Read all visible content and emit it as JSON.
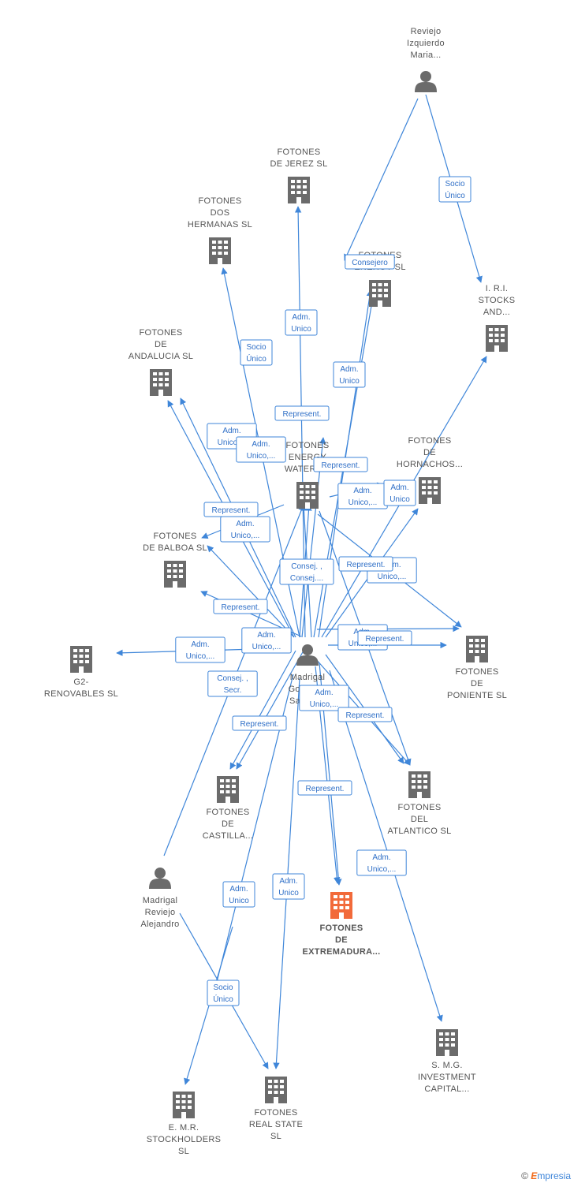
{
  "colors": {
    "edge": "#3f86d9",
    "node": "#6b6b6b",
    "highlight": "#f26a3a",
    "brand": "#3f86d9"
  },
  "footer": {
    "copyright": "©",
    "brand_initial": "E",
    "brand_rest": "mpresia"
  },
  "nodes": [
    {
      "id": "reviejo_maria",
      "kind": "person",
      "label": [
        "Reviejo",
        "Izquierdo",
        "Maria..."
      ]
    },
    {
      "id": "jerez",
      "kind": "company",
      "label": [
        "FOTONES",
        "DE JEREZ  SL"
      ]
    },
    {
      "id": "dos_hermanas",
      "kind": "company",
      "label": [
        "FOTONES",
        "DOS",
        "HERMANAS  SL"
      ]
    },
    {
      "id": "energy",
      "kind": "company",
      "label": [
        "FOTONES",
        "ENERGY  SL"
      ]
    },
    {
      "id": "iri",
      "kind": "company",
      "label": [
        "I. R.I.",
        "STOCKS",
        "AND..."
      ]
    },
    {
      "id": "andalucia",
      "kind": "company",
      "label": [
        "FOTONES",
        "DE",
        "ANDALUCIA  SL"
      ]
    },
    {
      "id": "energy_water",
      "kind": "company",
      "label": [
        "FOTONES",
        "ENERGY",
        "WATER SA"
      ]
    },
    {
      "id": "hornachos",
      "kind": "company",
      "label": [
        "FOTONES",
        "DE",
        "HORNACHOS..."
      ]
    },
    {
      "id": "balboa",
      "kind": "company",
      "label": [
        "FOTONES",
        "DE BALBOA  SL"
      ]
    },
    {
      "id": "g2",
      "kind": "company",
      "label": [
        "G2-",
        "RENOVABLES SL"
      ]
    },
    {
      "id": "madrigal_gonzalez",
      "kind": "person",
      "label": [
        "Madrigal",
        "Gonzalez",
        "Santos..."
      ]
    },
    {
      "id": "poniente",
      "kind": "company",
      "label": [
        "FOTONES",
        "DE",
        "PONIENTE  SL"
      ]
    },
    {
      "id": "castilla",
      "kind": "company",
      "label": [
        "FOTONES",
        "DE",
        "CASTILLA..."
      ]
    },
    {
      "id": "atlantico",
      "kind": "company",
      "label": [
        "FOTONES",
        "DEL",
        "ATLANTICO  SL"
      ]
    },
    {
      "id": "madrigal_alejandro",
      "kind": "person",
      "label": [
        "Madrigal",
        "Reviejo",
        "Alejandro"
      ]
    },
    {
      "id": "extremadura",
      "kind": "company_main",
      "label": [
        "FOTONES",
        "DE",
        "EXTREMADURA..."
      ]
    },
    {
      "id": "smg",
      "kind": "company",
      "label": [
        "S. M.G.",
        "INVESTMENT",
        "CAPITAL..."
      ]
    },
    {
      "id": "emr",
      "kind": "company",
      "label": [
        "E. M.R.",
        "STOCKHOLDERS",
        "SL"
      ]
    },
    {
      "id": "real_state",
      "kind": "company",
      "label": [
        "FOTONES",
        "REAL STATE",
        "SL"
      ]
    }
  ],
  "edge_labels": [
    {
      "id": "socio_unico_iri",
      "lines": [
        "Socio",
        "Único"
      ]
    },
    {
      "id": "consejero_energy",
      "lines": [
        "Consejero"
      ]
    },
    {
      "id": "adm_unico_jerez",
      "lines": [
        "Adm.",
        "Unico"
      ]
    },
    {
      "id": "socio_unico_dos",
      "lines": [
        "Socio",
        "Único"
      ]
    },
    {
      "id": "adm_unico_energy",
      "lines": [
        "Adm.",
        "Unico"
      ]
    },
    {
      "id": "represent_energy",
      "lines": [
        "Represent."
      ]
    },
    {
      "id": "adm_unico_andalucia_1",
      "lines": [
        "Adm.",
        "Unico,..."
      ]
    },
    {
      "id": "adm_unico_andalucia_2",
      "lines": [
        "Adm.",
        "Unico,..."
      ]
    },
    {
      "id": "represent_water",
      "lines": [
        "Represent."
      ]
    },
    {
      "id": "adm_unico_hornachos_1",
      "lines": [
        "Adm.",
        "Unico,..."
      ]
    },
    {
      "id": "adm_unico_hornachos_2",
      "lines": [
        "Adm.",
        "Unico"
      ]
    },
    {
      "id": "represent_balboa",
      "lines": [
        "Represent."
      ]
    },
    {
      "id": "adm_unico_balboa",
      "lines": [
        "Adm.",
        "Unico,..."
      ]
    },
    {
      "id": "consej_consej",
      "lines": [
        "Consej. ,",
        "Consej...."
      ]
    },
    {
      "id": "adm_unico_poniente_1",
      "lines": [
        "Adm.",
        "Unico,..."
      ]
    },
    {
      "id": "represent_poniente_1",
      "lines": [
        "Represent."
      ]
    },
    {
      "id": "represent_balboa_2",
      "lines": [
        "Represent."
      ]
    },
    {
      "id": "adm_unico_g2",
      "lines": [
        "Adm.",
        "Unico,..."
      ]
    },
    {
      "id": "adm_unico_g2_2",
      "lines": [
        "Adm.",
        "Unico,..."
      ]
    },
    {
      "id": "adm_unico_poniente_2",
      "lines": [
        "Adm.",
        "Unico,..."
      ]
    },
    {
      "id": "represent_poniente_2",
      "lines": [
        "Represent."
      ]
    },
    {
      "id": "consej_secr",
      "lines": [
        "Consej. ,",
        "Secr."
      ]
    },
    {
      "id": "adm_unico_atlantico",
      "lines": [
        "Adm.",
        "Unico,..."
      ]
    },
    {
      "id": "represent_castilla",
      "lines": [
        "Represent."
      ]
    },
    {
      "id": "represent_atlantico",
      "lines": [
        "Represent."
      ]
    },
    {
      "id": "represent_extremadura",
      "lines": [
        "Represent."
      ]
    },
    {
      "id": "adm_unico_smg",
      "lines": [
        "Adm.",
        "Unico,..."
      ]
    },
    {
      "id": "adm_unico_emr",
      "lines": [
        "Adm.",
        "Unico"
      ]
    },
    {
      "id": "adm_unico_real",
      "lines": [
        "Adm.",
        "Unico"
      ]
    },
    {
      "id": "socio_unico_emr",
      "lines": [
        "Socio",
        "Único"
      ]
    }
  ]
}
